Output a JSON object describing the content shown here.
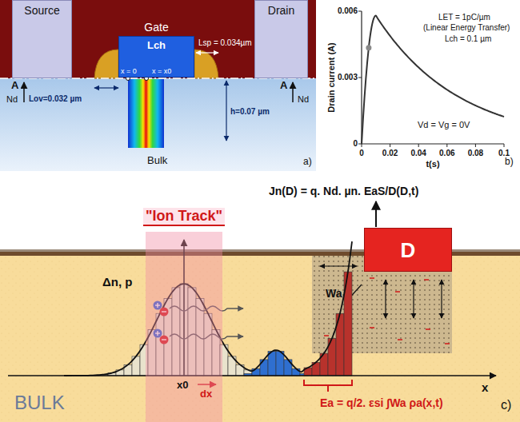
{
  "diagram": {
    "nodes": [
      {
        "text": [
          "Source"
        ]
      },
      {
        "text": [
          "Drain"
        ]
      },
      {
        "text": [
          "Gate",
          "Lch"
        ]
      },
      {
        "text": [
          "D"
        ]
      },
      {
        "text": [
          "\"Ion Track\""
        ]
      }
    ],
    "labels": [
      "Lsp = 0.034µm",
      "x = 0",
      "x = x0",
      "Nd",
      "A",
      "Lov=0.032 µm",
      "h=0.07 µm",
      "A",
      "Nd",
      "Bulk",
      "a)",
      "Drain current (A)",
      "0.006",
      "0.003",
      "0",
      "0",
      "0.02",
      "0.04",
      "0.06",
      "0.08",
      "0.1",
      "t(s)",
      "LET = 1pC/µm",
      "(Linear Energy Transfer)",
      "Lch = 0.1 µm",
      "Vd = Vg = 0V",
      "b)",
      "Jn(D) = q. Nd. µn. EaS/D(D,t)",
      "Δn, p",
      "Wa",
      "x0",
      "dx",
      "x",
      "Ea = q/2. εsi ∫Wa ρa(x,t)",
      "BULK",
      "c)"
    ]
  }
}
